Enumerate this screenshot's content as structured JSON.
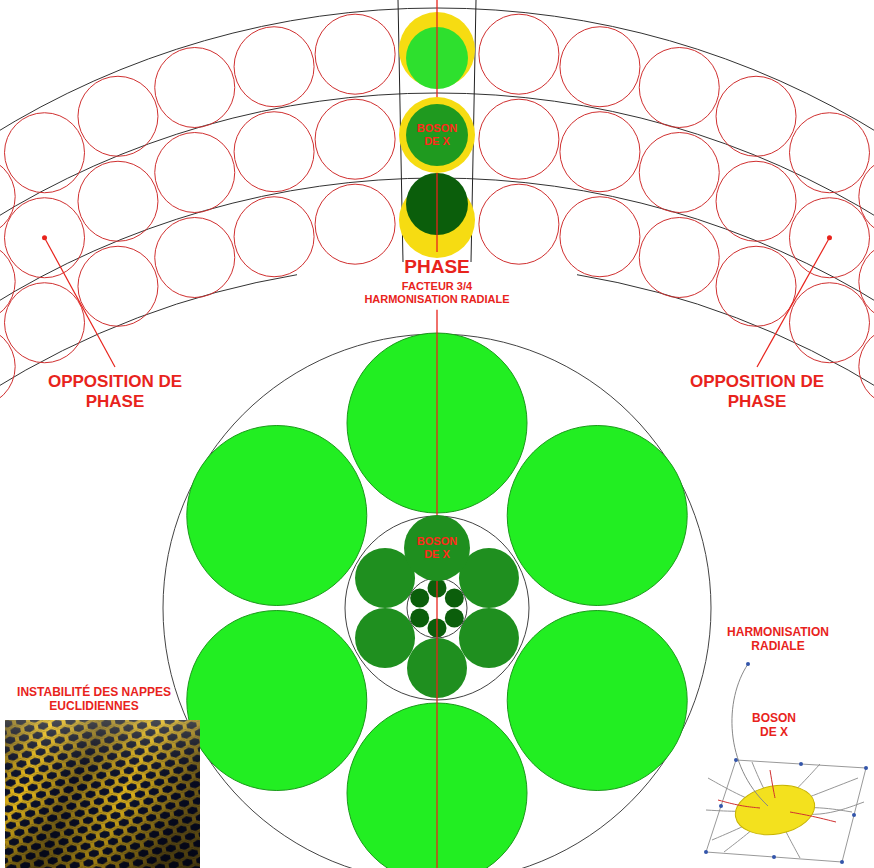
{
  "diagram": {
    "nodes": [
      {
        "text": [
          "BOSON DE X"
        ]
      },
      {
        "text": [
          "BOSON DE X"
        ]
      }
    ],
    "labels": [
      "PHASE",
      "FACTEUR 3/4",
      "HARMONISATION RADIALE",
      "OPPOSITION DE PHASE",
      "OPPOSITION DE PHASE",
      "INSTABILITÉ DES NAPPES EUCLIDIENNES",
      "HARMONISATION RADIALE",
      "BOSON DE X"
    ]
  }
}
